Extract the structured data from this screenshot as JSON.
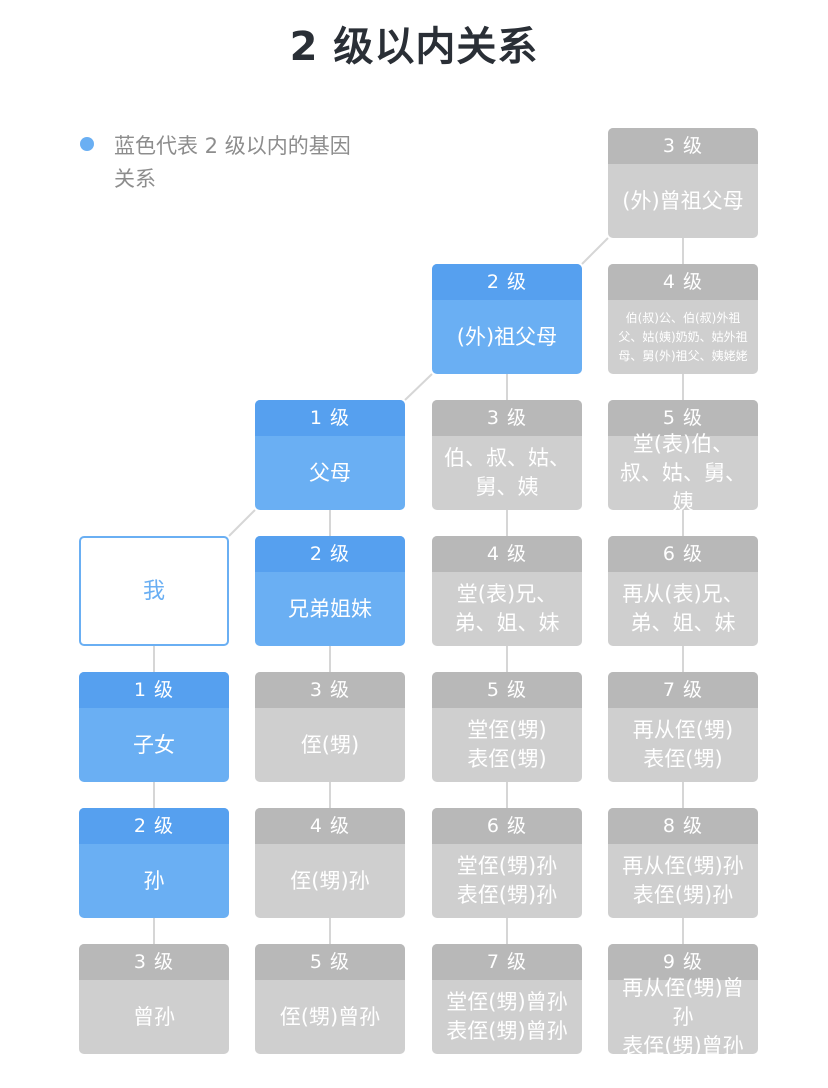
{
  "title": "2 级以内关系",
  "legend": {
    "text": "蓝色代表 2 级以内的基因关系",
    "color": "#6aaff3"
  },
  "colors": {
    "blue": "#6aaff3",
    "blue_header": "#56a0ef",
    "gray": "#cfcfcf",
    "gray_header": "#b8b8b8",
    "line": "#d6d6d6"
  },
  "nodes": [
    {
      "id": "me",
      "level": "",
      "name": "我",
      "style": "me",
      "col": 0,
      "row": 3
    },
    {
      "id": "child",
      "level": "1 级",
      "name": "子女",
      "style": "blue",
      "col": 0,
      "row": 4
    },
    {
      "id": "grandchild",
      "level": "2 级",
      "name": "孙",
      "style": "blue",
      "col": 0,
      "row": 5
    },
    {
      "id": "great-grandchild",
      "level": "3 级",
      "name": "曾孙",
      "style": "gray",
      "col": 0,
      "row": 6
    },
    {
      "id": "parents",
      "level": "1 级",
      "name": "父母",
      "style": "blue",
      "col": 1,
      "row": 2
    },
    {
      "id": "siblings",
      "level": "2 级",
      "name": "兄弟姐妹",
      "style": "blue",
      "col": 1,
      "row": 3
    },
    {
      "id": "nephew",
      "level": "3 级",
      "name": "侄(甥)",
      "style": "gray",
      "col": 1,
      "row": 4
    },
    {
      "id": "nephew-grandchild",
      "level": "4 级",
      "name": "侄(甥)孙",
      "style": "gray",
      "col": 1,
      "row": 5
    },
    {
      "id": "nephew-great-grandchild",
      "level": "5 级",
      "name": "侄(甥)曾孙",
      "style": "gray",
      "col": 1,
      "row": 6
    },
    {
      "id": "grandparents",
      "level": "2 级",
      "name": "(外)祖父母",
      "style": "blue",
      "col": 2,
      "row": 1
    },
    {
      "id": "uncles-aunts",
      "level": "3 级",
      "name": "伯、叔、姑、舅、姨",
      "style": "gray",
      "col": 2,
      "row": 2
    },
    {
      "id": "cousins",
      "level": "4 级",
      "name": "堂(表)兄、弟、姐、妹",
      "style": "gray",
      "col": 2,
      "row": 3
    },
    {
      "id": "cousin-children",
      "level": "5 级",
      "name": "堂侄(甥)\n表侄(甥)",
      "style": "gray",
      "col": 2,
      "row": 4
    },
    {
      "id": "cousin-grandchildren",
      "level": "6 级",
      "name": "堂侄(甥)孙\n表侄(甥)孙",
      "style": "gray",
      "col": 2,
      "row": 5
    },
    {
      "id": "cousin-great-grandchildren",
      "level": "7 级",
      "name": "堂侄(甥)曾孙\n表侄(甥)曾孙",
      "style": "gray",
      "col": 2,
      "row": 6
    },
    {
      "id": "great-grandparents",
      "level": "3 级",
      "name": "(外)曾祖父母",
      "style": "gray",
      "col": 3,
      "row": 0
    },
    {
      "id": "grand-uncles",
      "level": "4 级",
      "name": "伯(叔)公、伯(叔)外祖父、姑(姨)奶奶、姑外祖母、舅(外)祖父、姨姥姥",
      "style": "gray",
      "small": true,
      "col": 3,
      "row": 1
    },
    {
      "id": "parent-cousins",
      "level": "5 级",
      "name": "堂(表)伯、叔、姑、舅、姨",
      "style": "gray",
      "col": 3,
      "row": 2
    },
    {
      "id": "second-cousins",
      "level": "6 级",
      "name": "再从(表)兄、弟、姐、妹",
      "style": "gray",
      "col": 3,
      "row": 3
    },
    {
      "id": "second-cousin-children",
      "level": "7 级",
      "name": "再从侄(甥)\n表侄(甥)",
      "style": "gray",
      "col": 3,
      "row": 4
    },
    {
      "id": "second-cousin-grandchildren",
      "level": "8 级",
      "name": "再从侄(甥)孙\n表侄(甥)孙",
      "style": "gray",
      "col": 3,
      "row": 5
    },
    {
      "id": "second-cousin-great-grandchildren",
      "level": "9 级",
      "name": "再从侄(甥)曾孙\n表侄(甥)曾孙",
      "style": "gray",
      "col": 3,
      "row": 6
    }
  ],
  "edges": [
    [
      "great-grandparents",
      "grandparents"
    ],
    [
      "grandparents",
      "parents"
    ],
    [
      "parents",
      "me"
    ],
    [
      "great-grandparents",
      "grand-uncles"
    ],
    [
      "grand-uncles",
      "parent-cousins"
    ],
    [
      "parent-cousins",
      "second-cousins"
    ],
    [
      "second-cousins",
      "second-cousin-children"
    ],
    [
      "second-cousin-children",
      "second-cousin-grandchildren"
    ],
    [
      "second-cousin-grandchildren",
      "second-cousin-great-grandchildren"
    ],
    [
      "grandparents",
      "uncles-aunts"
    ],
    [
      "uncles-aunts",
      "cousins"
    ],
    [
      "cousins",
      "cousin-children"
    ],
    [
      "cousin-children",
      "cousin-grandchildren"
    ],
    [
      "cousin-grandchildren",
      "cousin-great-grandchildren"
    ],
    [
      "parents",
      "siblings"
    ],
    [
      "siblings",
      "nephew"
    ],
    [
      "nephew",
      "nephew-grandchild"
    ],
    [
      "nephew-grandchild",
      "nephew-great-grandchild"
    ],
    [
      "me",
      "child"
    ],
    [
      "child",
      "grandchild"
    ],
    [
      "grandchild",
      "great-grandchild"
    ]
  ]
}
